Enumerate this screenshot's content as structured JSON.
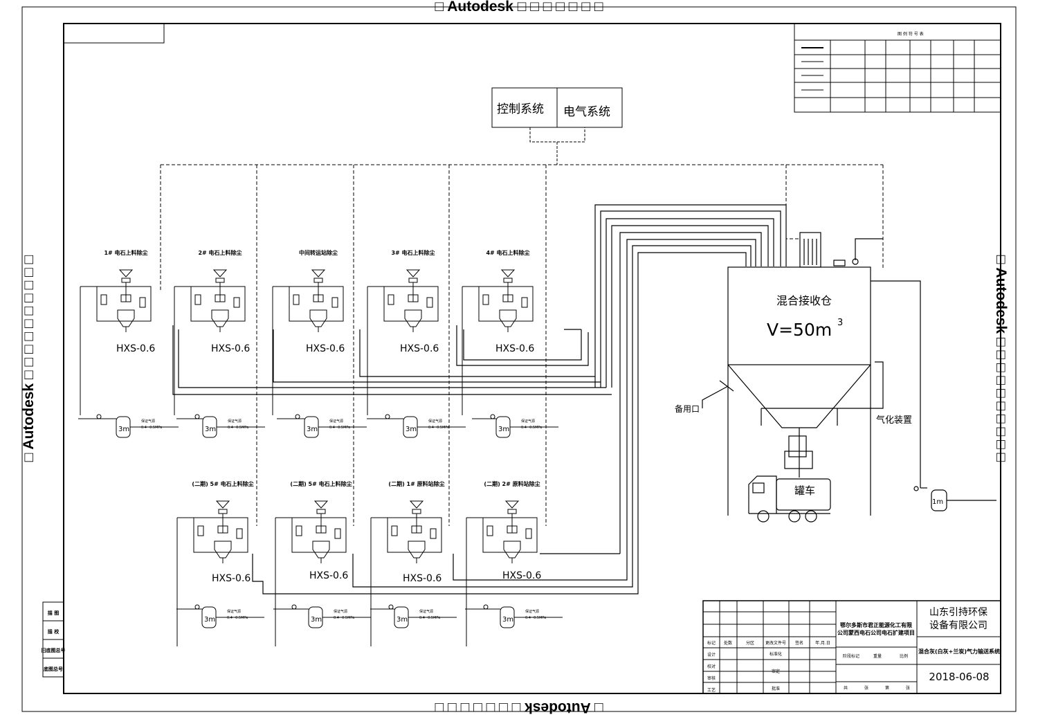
{
  "watermark": {
    "top": "□ Autodesk □ □ □ □ □ □ □",
    "bottom": "□ Autodesk □ □ □ □ □ □ □",
    "left": "□ Autodesk □ □ □ □ □ □ □ □ □ □",
    "right": "□ Autodesk □ □ □ □ □ □ □ □ □ □"
  },
  "control": {
    "control_system": "控制系统",
    "electric_system": "电气系统"
  },
  "legend": {
    "title": "图 例 符 号 表"
  },
  "silo": {
    "name": "混合接收仓",
    "volume": "V=50m",
    "volume_sup": "3",
    "spare_port": "备用口",
    "aeration": "气化装置",
    "truck": "罐车"
  },
  "units": [
    {
      "name": "1# 电石上料除尘",
      "model": "HXS-0.6"
    },
    {
      "name": "2# 电石上料除尘",
      "model": "HXS-0.6"
    },
    {
      "name": "中间转运站除尘",
      "model": "HXS-0.6"
    },
    {
      "name": "3# 电石上料除尘",
      "model": "HXS-0.6"
    },
    {
      "name": "4# 电石上料除尘",
      "model": "HXS-0.6"
    },
    {
      "name": "(二期) 5# 电石上料除尘",
      "model": "HXS-0.6"
    },
    {
      "name": "(二期) 5# 电石上料除尘",
      "model": "HXS-0.6"
    },
    {
      "name": "(二期) 1# 原料站除尘",
      "model": "HXS-0.6"
    },
    {
      "name": "(二期) 2# 原料站除尘",
      "model": "HXS-0.6"
    }
  ],
  "tank": {
    "label": "3m",
    "silo_tank_label": "1m",
    "note1": "保证气源",
    "note2": "0.4~0.5MPa"
  },
  "revision_block": {
    "labels": [
      "描 图",
      "描 校",
      "旧底图总号",
      "底图总号"
    ]
  },
  "title_block": {
    "company": "山东引持环保设备有限公司",
    "client": "鄂尔多斯市君正能源化工有限公司蒙西电石公司电石扩建项目",
    "drawing_title": "混合灰(白灰+兰炭)气力输送系统",
    "date": "2018-06-08",
    "row_labels": [
      "标记",
      "设计",
      "校对",
      "审核",
      "工艺"
    ],
    "col_labels": [
      "处数",
      "分区",
      "更改文件号",
      "签名",
      "年.月.日"
    ],
    "sign_labels": [
      "标准化",
      "审定",
      "批准"
    ],
    "stage_labels": [
      "阶段标记",
      "重量",
      "比例"
    ],
    "sheet_labels": [
      "共",
      "张",
      "第",
      "张"
    ]
  }
}
